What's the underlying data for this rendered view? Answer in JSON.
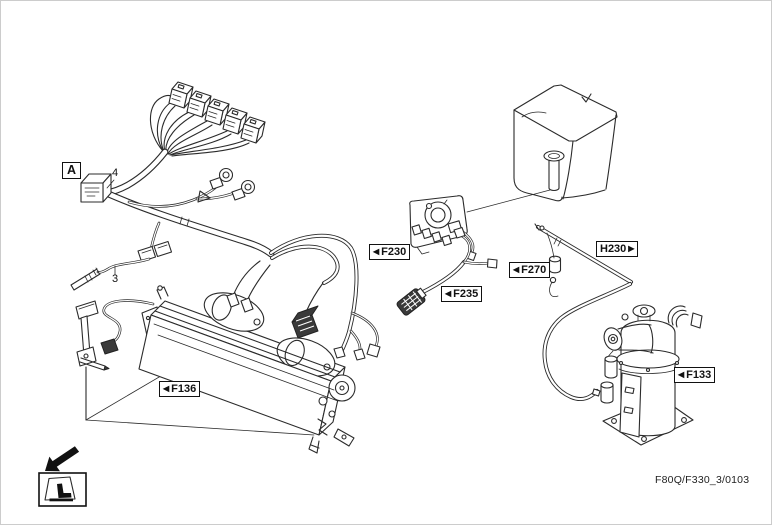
{
  "figure": {
    "type": "exploded-parts-wiring-diagram",
    "drawing_code": "F80Q/F330_3/0103",
    "section_marker": "A",
    "item_numbers": {
      "harness_connector": "4",
      "temperature_sensor": "3"
    },
    "part_refs": {
      "f230": "F230",
      "f235": "F235",
      "f270": "F270",
      "h230": "H230",
      "f136": "F136",
      "f133": "F133"
    },
    "icons": {
      "triangle_left": "◀",
      "triangle_right": "▶"
    }
  }
}
